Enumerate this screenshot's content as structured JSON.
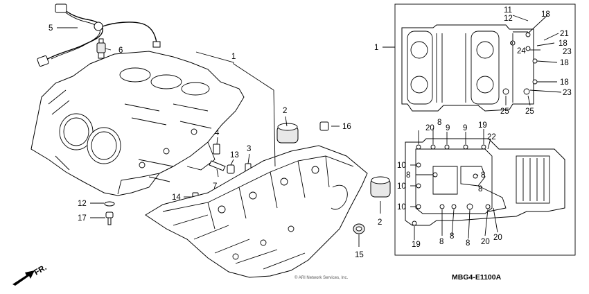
{
  "diagram": {
    "code": "MBG4-E1100A",
    "copyright": "© ARI Network Services, Inc.",
    "direction_label": "FR.",
    "callouts": {
      "left_1": "1",
      "left_2a": "2",
      "left_2b": "2",
      "left_3": "3",
      "left_4": "4",
      "left_5": "5",
      "left_6": "6",
      "left_7": "7",
      "left_12": "12",
      "left_13": "13",
      "left_14": "14",
      "left_15": "15",
      "left_16": "16",
      "left_17": "17",
      "right_1": "1",
      "r_11": "11",
      "r_12": "12",
      "r_18a": "18",
      "r_21": "21",
      "r_18b": "18",
      "r_23a": "23",
      "r_24": "24",
      "r_18c": "18",
      "r_18d": "18",
      "r_23b": "23",
      "r_25a": "25",
      "r_25b": "25",
      "b_20a": "20",
      "b_8a": "8",
      "b_9a": "9",
      "b_9b": "9",
      "b_19a": "19",
      "b_22": "22",
      "b_10a": "10",
      "b_8b": "8",
      "b_8c": "8",
      "b_10b": "10",
      "b_8d": "8",
      "b_10c": "10",
      "b_19b": "19",
      "b_8e": "8",
      "b_8f": "8",
      "b_8g": "8",
      "b_20b": "20",
      "b_20c": "20"
    }
  }
}
